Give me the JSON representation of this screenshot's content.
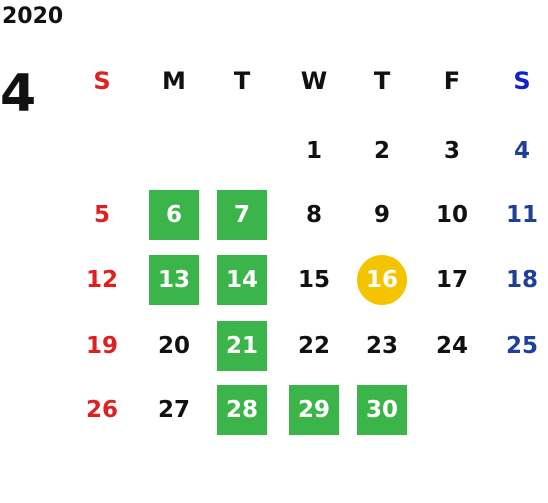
{
  "header": {
    "year": "2020",
    "month": "4"
  },
  "colors": {
    "sunday": "#e02020",
    "saturday_header": "#1020d0",
    "saturday": "#1f3f99",
    "highlight": "#3bb54a",
    "today": "#f5c400"
  },
  "weekdays": [
    {
      "label": "S",
      "color": "#e02020"
    },
    {
      "label": "M",
      "color": "#111111"
    },
    {
      "label": "T",
      "color": "#111111"
    },
    {
      "label": "W",
      "color": "#111111"
    },
    {
      "label": "T",
      "color": "#111111"
    },
    {
      "label": "F",
      "color": "#111111"
    },
    {
      "label": "S",
      "color": "#1020d0"
    }
  ],
  "weeks": [
    [
      null,
      null,
      null,
      {
        "day": "1"
      },
      {
        "day": "2"
      },
      {
        "day": "3"
      },
      {
        "day": "4"
      }
    ],
    [
      {
        "day": "5"
      },
      {
        "day": "6",
        "highlight": true
      },
      {
        "day": "7",
        "highlight": true
      },
      {
        "day": "8"
      },
      {
        "day": "9"
      },
      {
        "day": "10"
      },
      {
        "day": "11"
      }
    ],
    [
      {
        "day": "12"
      },
      {
        "day": "13",
        "highlight": true
      },
      {
        "day": "14",
        "highlight": true
      },
      {
        "day": "15"
      },
      {
        "day": "16",
        "today": true
      },
      {
        "day": "17"
      },
      {
        "day": "18"
      }
    ],
    [
      {
        "day": "19"
      },
      {
        "day": "20"
      },
      {
        "day": "21",
        "highlight": true
      },
      {
        "day": "22"
      },
      {
        "day": "23"
      },
      {
        "day": "24"
      },
      {
        "day": "25"
      }
    ],
    [
      {
        "day": "26"
      },
      {
        "day": "27"
      },
      {
        "day": "28",
        "highlight": true
      },
      {
        "day": "29",
        "highlight": true
      },
      {
        "day": "30",
        "highlight": true
      },
      null,
      null
    ]
  ]
}
